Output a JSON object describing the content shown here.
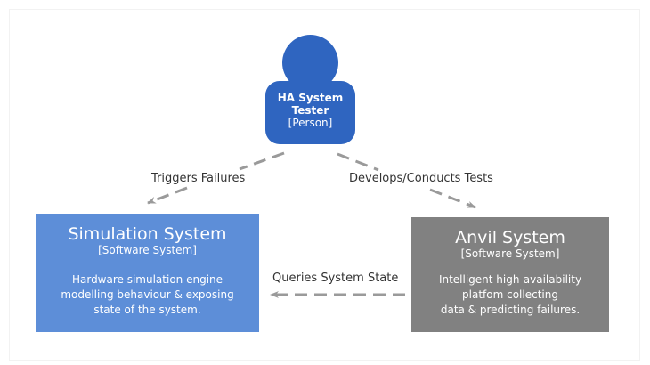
{
  "person": {
    "name": "HA System\nTester",
    "kind": "[Person]",
    "color": "#2f65c0"
  },
  "simulation": {
    "title": "Simulation System",
    "kind": "[Software System]",
    "description": "Hardware simulation engine\nmodelling behaviour & exposing\nstate of the system.",
    "color": "#5d8ed8"
  },
  "anvil": {
    "title": "Anvil System",
    "kind": "[Software System]",
    "description": "Intelligent high-availability\nplatfom collecting\ndata & predicting failures.",
    "color": "#818181"
  },
  "relationships": {
    "triggers": "Triggers Failures",
    "develops": "Develops/Conducts Tests",
    "queries": "Queries System State"
  },
  "edge_color": "#9a9a9a"
}
